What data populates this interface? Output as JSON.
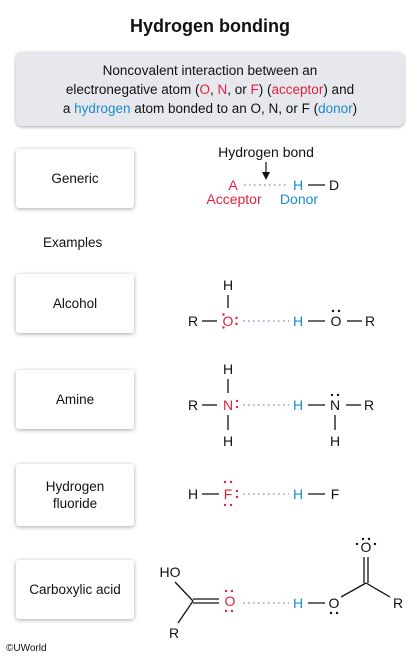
{
  "title": "Hydrogen bonding",
  "definition": {
    "line1": "Noncovalent interaction between an",
    "line2_pre": "electronegative atom (",
    "line2_O": "O",
    "line2_c1": ", ",
    "line2_N": "N",
    "line2_c2": ", or ",
    "line2_F": "F",
    "line2_mid": ") (",
    "line2_acceptor": "acceptor",
    "line2_post": ") and",
    "line3_pre": "a ",
    "line3_hydrogen": "hydrogen",
    "line3_mid": " atom bonded to an O, N, or F (",
    "line3_donor": "donor",
    "line3_post": ")"
  },
  "generic": {
    "label": "Generic",
    "hbond_label": "Hydrogen bond",
    "atom_a": "A",
    "atom_h": "H",
    "atom_d": "D",
    "acceptor_label": "Acceptor",
    "donor_label": "Donor"
  },
  "examples_label": "Examples",
  "alcohol": {
    "label": "Alcohol",
    "h": "H",
    "r": "R",
    "o": "O"
  },
  "amine": {
    "label": "Amine",
    "h": "H",
    "r": "R",
    "n": "N"
  },
  "hf": {
    "label_1": "Hydrogen",
    "label_2": "fluoride",
    "h": "H",
    "f": "F"
  },
  "carboxylic": {
    "label": "Carboxylic acid",
    "ho": "HO",
    "r": "R",
    "o": "O",
    "h": "H"
  },
  "copyright": "©UWorld",
  "colors": {
    "acceptor": "#e0213f",
    "donor": "#1a8ccf",
    "hbond_dots": "#9999dd"
  }
}
